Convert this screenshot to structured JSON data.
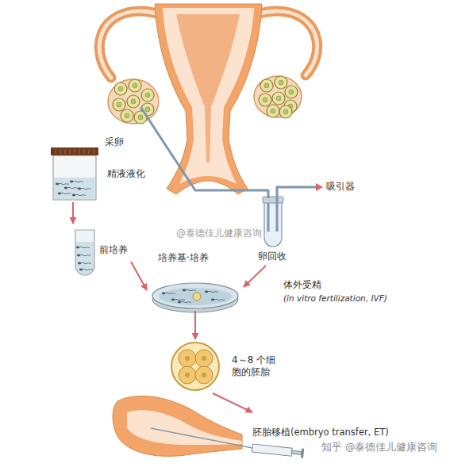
{
  "diagram": {
    "nodes": [
      {
        "text": [
          "采卵"
        ]
      },
      {
        "text": [
          "精液液化"
        ]
      },
      {
        "text": [
          "前培养"
        ]
      },
      {
        "text": [
          "卵回收"
        ]
      },
      {
        "text": [
          "培养基·培养"
        ]
      },
      {
        "text": [
          "4～8 个细胞的胚胎"
        ]
      },
      {
        "text": [
          "胚胎移植(embryo transfer, ET)"
        ]
      }
    ],
    "edges": [
      {
        "from": 0,
        "to": 3,
        "arrow": "none"
      },
      {
        "from": 1,
        "to": 2,
        "arrow": "to"
      },
      {
        "from": 2,
        "to": 4,
        "arrow": "to"
      },
      {
        "from": 3,
        "to": 4,
        "arrow": "to"
      },
      {
        "from": 4,
        "to": 5,
        "arrow": "to"
      },
      {
        "from": 5,
        "to": 6,
        "arrow": "to"
      }
    ],
    "labels": [
      "吸引器",
      "@泰德佳儿健康咨询",
      "体外受精",
      "(in vitro fertilization, IVF)",
      "知乎 @泰德佳儿健康咨询"
    ]
  }
}
